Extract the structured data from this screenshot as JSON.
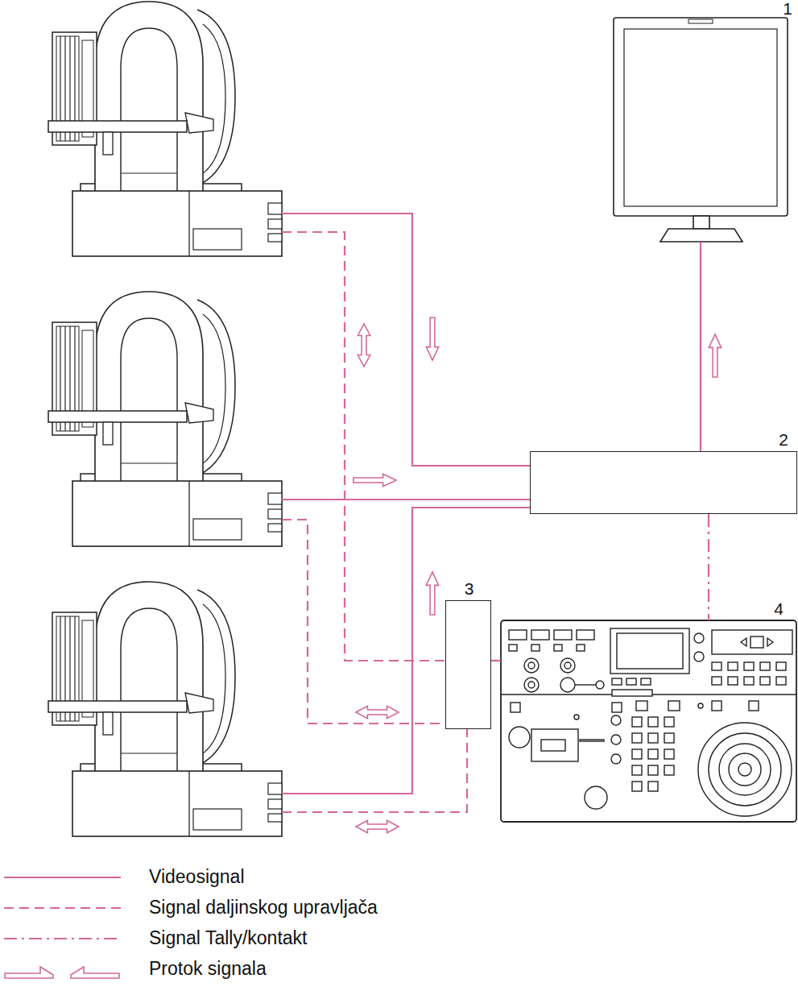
{
  "diagram": {
    "nodes": [
      {
        "text": [
          "1"
        ]
      },
      {
        "text": [
          "2"
        ]
      },
      {
        "text": [
          "3"
        ]
      },
      {
        "text": [
          "4"
        ]
      }
    ],
    "edges": [
      {
        "from": 1,
        "to": 0,
        "arrow": "none"
      },
      {
        "from": 1,
        "to": 3,
        "arrow": "none"
      },
      {
        "from": 2,
        "to": 3,
        "arrow": "none"
      }
    ],
    "legend": [
      {
        "text": "Videosignal"
      },
      {
        "text": "Signal daljinskog upravljača"
      },
      {
        "text": "Signal Tally/kontakt"
      },
      {
        "text": "Protok signala"
      }
    ]
  }
}
